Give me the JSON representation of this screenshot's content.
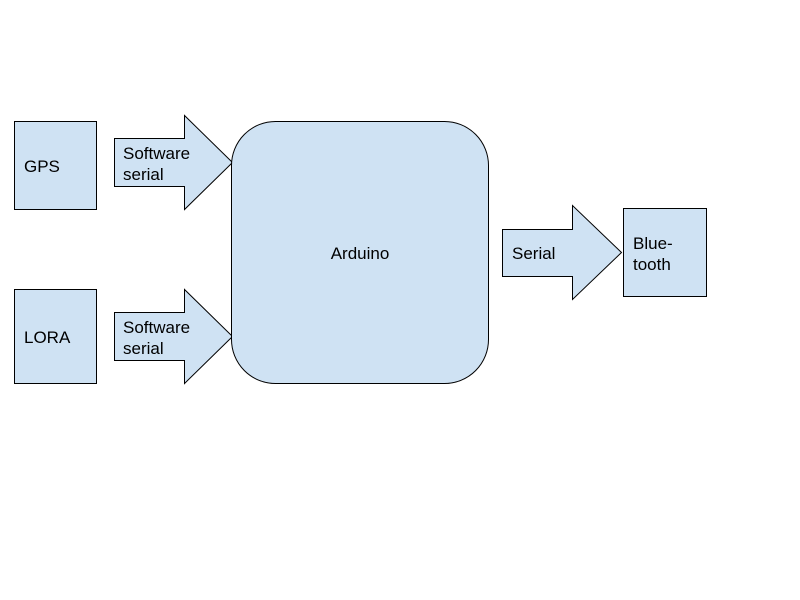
{
  "diagram": {
    "colors": {
      "fill": "#cfe2f3",
      "stroke": "#000000",
      "text": "#000000"
    },
    "nodes": {
      "gps": {
        "label": "GPS"
      },
      "lora": {
        "label": "LORA"
      },
      "arduino": {
        "label": "Arduino"
      },
      "bluetooth": {
        "line1": "Blue-",
        "line2": "tooth"
      }
    },
    "arrows": {
      "gps_link": {
        "line1": "Software",
        "line2": "serial"
      },
      "lora_link": {
        "line1": "Software",
        "line2": "serial"
      },
      "bt_link": {
        "label": "Serial"
      }
    }
  }
}
